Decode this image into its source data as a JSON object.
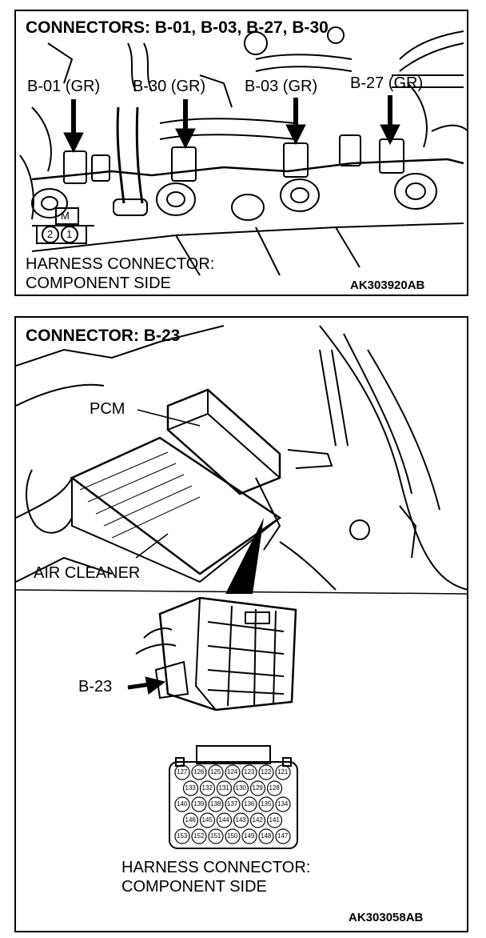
{
  "top": {
    "title": "CONNECTORS: B-01, B-03, B-27, B-30",
    "labels": [
      "B-01 (GR)",
      "B-30 (GR)",
      "B-03 (GR)",
      "B-27 (GR)"
    ],
    "pin_mark": "M",
    "pins": [
      "2",
      "1"
    ],
    "caption_line1": "HARNESS CONNECTOR:",
    "caption_line2": "COMPONENT SIDE",
    "code": "AK303920AB"
  },
  "bottom": {
    "title": "CONNECTOR: B-23",
    "pcm_label": "PCM",
    "air_cleaner_label": "AIR CLEANER",
    "connector_label": "B-23",
    "pin_rows": [
      [
        "127",
        "126",
        "125",
        "124",
        "123",
        "122",
        "121"
      ],
      [
        "133",
        "132",
        "131",
        "130",
        "129",
        "128"
      ],
      [
        "140",
        "139",
        "138",
        "137",
        "136",
        "135",
        "134"
      ],
      [
        "146",
        "145",
        "144",
        "143",
        "142",
        "141"
      ],
      [
        "153",
        "152",
        "151",
        "150",
        "149",
        "148",
        "147"
      ]
    ],
    "caption_line1": "HARNESS CONNECTOR:",
    "caption_line2": "COMPONENT SIDE",
    "code": "AK303058AB"
  }
}
